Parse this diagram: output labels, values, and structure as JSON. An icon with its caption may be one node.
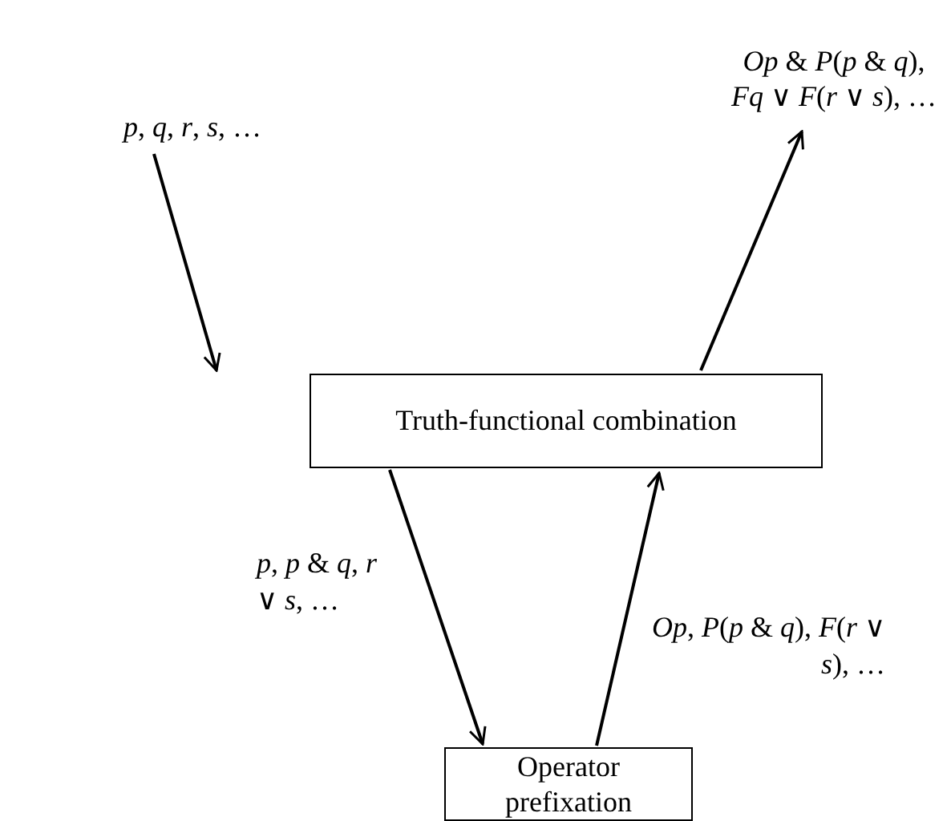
{
  "diagram": {
    "nodes": [
      {
        "text": [
          "*p*, *q*, *r*, *s*, …"
        ]
      },
      {
        "text": [
          "Truth-functional combination"
        ]
      },
      {
        "text": [
          "Operator prefixation"
        ]
      },
      {
        "text": [
          "*Op* & *P*(*p* & *q*), *Fq* ∨ *F*(*r* ∨ *s*), …"
        ]
      }
    ],
    "edges": [
      {
        "from": 0,
        "to": 1,
        "arrow": "to"
      },
      {
        "from": 1,
        "to": 2,
        "arrow": "to",
        "label": "*p*, *p* & *q*, *r* ∨ *s*, …"
      },
      {
        "from": 2,
        "to": 1,
        "arrow": "to",
        "label": "*Op*, *P*(*p* & *q*), *F*(*r* ∨ *s*), …"
      },
      {
        "from": 1,
        "to": 3,
        "arrow": "to"
      }
    ]
  }
}
